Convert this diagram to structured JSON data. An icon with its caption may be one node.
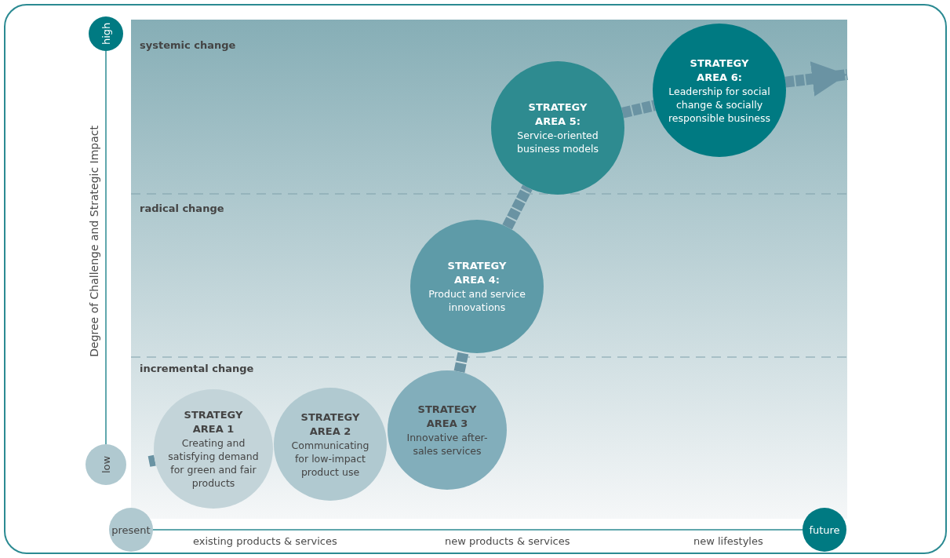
{
  "diagram": {
    "nodes": [
      {
        "text": [
          "STRATEGY AREA 1",
          "Creating and satisfying demand for green and fair products"
        ]
      },
      {
        "text": [
          "STRATEGY AREA 2",
          "Communicating for low-impact product use"
        ]
      },
      {
        "text": [
          "STRATEGY AREA 3",
          "Innovative after-sales services"
        ]
      },
      {
        "text": [
          "STRATEGY AREA 4:",
          "Product and service innovations"
        ]
      },
      {
        "text": [
          "STRATEGY AREA 5:",
          "Service-oriented business models"
        ]
      },
      {
        "text": [
          "STRATEGY AREA 6:",
          "Leadership for social change & socially responsible business"
        ]
      },
      {
        "text": [
          "high"
        ]
      },
      {
        "text": [
          "low"
        ]
      },
      {
        "text": [
          "present"
        ]
      },
      {
        "text": [
          "future"
        ]
      }
    ],
    "edges": [
      {
        "from": null,
        "to": 0,
        "arrow": "none"
      },
      {
        "from": 2,
        "to": 3,
        "arrow": "none"
      },
      {
        "from": 3,
        "to": 4,
        "arrow": "none"
      },
      {
        "from": 4,
        "to": 5,
        "arrow": "none"
      },
      {
        "from": 5,
        "to": null,
        "arrow": "to"
      }
    ],
    "labels": [
      "Degree of Challenge and Strategic Impact",
      "systemic change",
      "radical change",
      "incremental change",
      "existing products & services",
      "new products & services",
      "new lifestyles"
    ]
  }
}
